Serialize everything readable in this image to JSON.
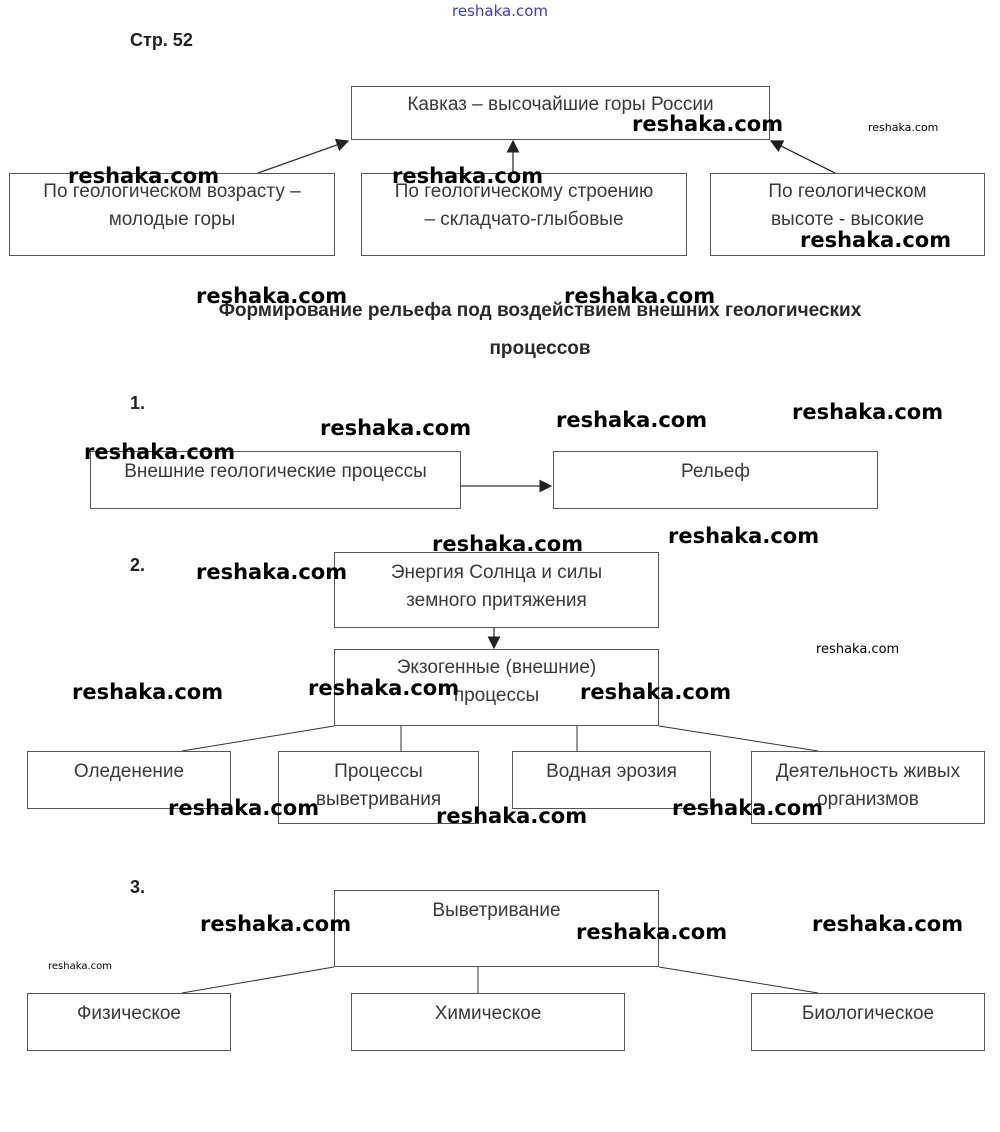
{
  "page_label": "Стр. 52",
  "top_watermark": "reshaka.com",
  "watermark": "reshaka.com",
  "diagram1": {
    "center": "Кавказ – высочайшие горы России",
    "left": [
      "По геологическом возрасту –",
      "молодые горы"
    ],
    "middle": [
      "По геологическому строению",
      "– складчато-глыбовые"
    ],
    "right": [
      "По геологическом",
      "высоте - высокие"
    ]
  },
  "section_title": [
    "Формирование рельефа под воздействием внешних геологических",
    "процессов"
  ],
  "diagram2": {
    "number": "1.",
    "left": "Внешние геологические процессы",
    "right": "Рельеф"
  },
  "diagram3": {
    "number": "2.",
    "top": [
      "Энергия Солнца и силы",
      "земного притяжения"
    ],
    "middle": [
      "Экзогенные (внешние)",
      "процессы"
    ],
    "children": [
      [
        "Оледенение"
      ],
      [
        "Процессы",
        "выветривания"
      ],
      [
        "Водная эрозия"
      ],
      [
        "Деятельность живых",
        "организмов"
      ]
    ]
  },
  "diagram4": {
    "number": "3.",
    "top": "Выветривание",
    "children": [
      "Физическое",
      "Химическое",
      "Биологическое"
    ]
  }
}
